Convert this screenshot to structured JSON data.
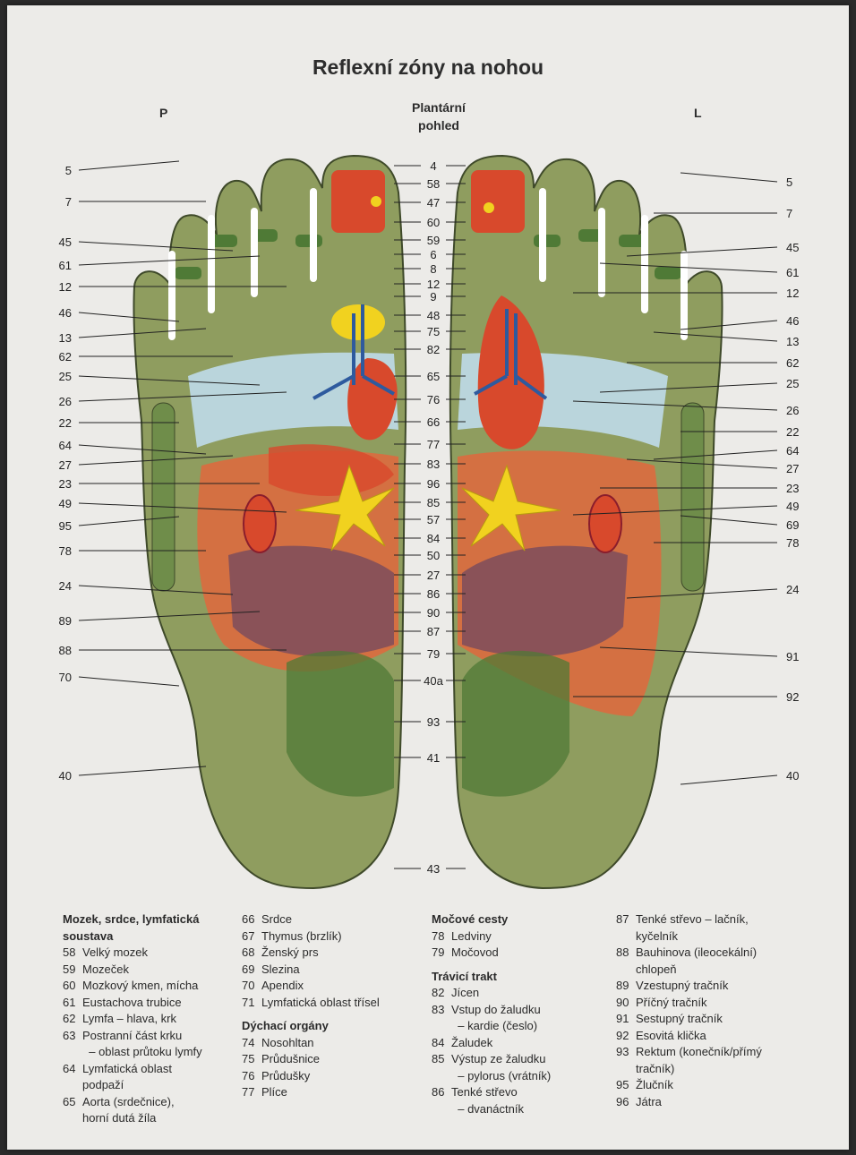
{
  "title": "Reflexní zóny na nohou",
  "subtitle_line1": "Plantární",
  "subtitle_line2": "pohled",
  "side_left": "P",
  "side_right": "L",
  "left_labels": [
    "5",
    "7",
    "45",
    "61",
    "12",
    "46",
    "13",
    "62",
    "25",
    "26",
    "22",
    "64",
    "27",
    "23",
    "49",
    "95",
    "78",
    "24",
    "89",
    "88",
    "70",
    "40"
  ],
  "center_labels": [
    "4",
    "58",
    "47",
    "60",
    "59",
    "6",
    "8",
    "12",
    "9",
    "48",
    "75",
    "82",
    "65",
    "76",
    "66",
    "77",
    "83",
    "96",
    "85",
    "57",
    "84",
    "50",
    "27",
    "86",
    "90",
    "87",
    "79",
    "40a",
    "93",
    "41",
    "43"
  ],
  "right_labels": [
    "5",
    "7",
    "45",
    "61",
    "12",
    "46",
    "13",
    "62",
    "25",
    "26",
    "22",
    "64",
    "27",
    "23",
    "49",
    "69",
    "78",
    "24",
    "91",
    "92",
    "40"
  ],
  "legend": [
    {
      "heading": "Mozek, srdce, lymfatická\nsoustava",
      "items": [
        {
          "num": "58",
          "text": "Velký mozek"
        },
        {
          "num": "59",
          "text": "Mozeček"
        },
        {
          "num": "60",
          "text": "Mozkový kmen, mícha"
        },
        {
          "num": "61",
          "text": "Eustachova trubice"
        },
        {
          "num": "62",
          "text": "Lymfa – hlava, krk"
        },
        {
          "num": "63",
          "text": "Postranní část krku\n  – oblast průtoku lymfy"
        },
        {
          "num": "64",
          "text": "Lymfatická oblast\npodpaží"
        },
        {
          "num": "65",
          "text": "Aorta (srdečnice),\nhorní dutá žíla"
        }
      ]
    },
    {
      "heading": "",
      "items": [
        {
          "num": "66",
          "text": "Srdce"
        },
        {
          "num": "67",
          "text": "Thymus (brzlík)"
        },
        {
          "num": "68",
          "text": "Ženský prs"
        },
        {
          "num": "69",
          "text": "Slezina"
        },
        {
          "num": "70",
          "text": "Apendix"
        },
        {
          "num": "71",
          "text": "Lymfatická oblast třísel"
        }
      ],
      "heading2": "Dýchací orgány",
      "items2": [
        {
          "num": "74",
          "text": "Nosohltan"
        },
        {
          "num": "75",
          "text": "Průdušnice"
        },
        {
          "num": "76",
          "text": "Průdušky"
        },
        {
          "num": "77",
          "text": "Plíce"
        }
      ]
    },
    {
      "heading": "Močové cesty",
      "items": [
        {
          "num": "78",
          "text": "Ledviny"
        },
        {
          "num": "79",
          "text": "Močovod"
        }
      ],
      "heading2": "Trávicí trakt",
      "items2": [
        {
          "num": "82",
          "text": "Jícen"
        },
        {
          "num": "83",
          "text": "Vstup do žaludku\n  – kardie (česlo)"
        },
        {
          "num": "84",
          "text": "Žaludek"
        },
        {
          "num": "85",
          "text": "Výstup ze žaludku\n  – pylorus (vrátník)"
        },
        {
          "num": "86",
          "text": "Tenké střevo\n  – dvanáctník"
        }
      ]
    },
    {
      "heading": "",
      "items": [
        {
          "num": "87",
          "text": "Tenké střevo – lačník,\nkyčelník"
        },
        {
          "num": "88",
          "text": "Bauhinova (ileocekální)\nchlopeň"
        },
        {
          "num": "89",
          "text": "Vzestupný tračník"
        },
        {
          "num": "90",
          "text": "Příčný tračník"
        },
        {
          "num": "91",
          "text": "Sestupný tračník"
        },
        {
          "num": "92",
          "text": "Esovitá klička"
        },
        {
          "num": "93",
          "text": "Rektum (konečník/přímý\ntračník)"
        },
        {
          "num": "95",
          "text": "Žlučník"
        },
        {
          "num": "96",
          "text": "Játra"
        }
      ]
    }
  ],
  "colors": {
    "foot_green": "#8f9d5f",
    "dark_green": "#4f7a36",
    "red": "#d8492c",
    "orange": "#e1683d",
    "yellow": "#f1d21f",
    "purple": "#7d4c5c",
    "light_blue": "#bfdcea",
    "blue": "#2e5a9e"
  }
}
